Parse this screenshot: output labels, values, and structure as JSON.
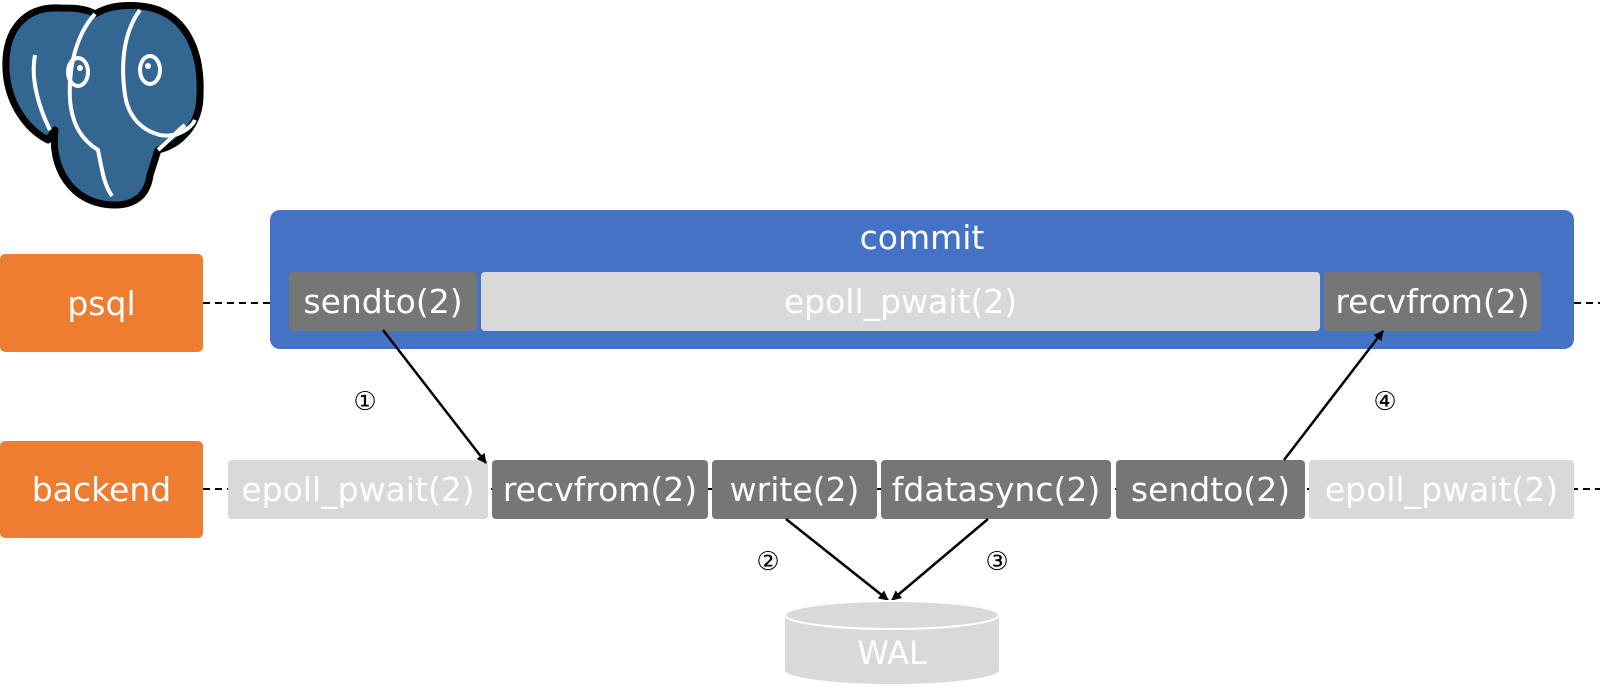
{
  "logo": {
    "name": "postgresql-elephant-logo"
  },
  "actors": {
    "psql": "psql",
    "backend": "backend"
  },
  "commit": {
    "title": "commit",
    "psql_calls": [
      "sendto(2)",
      "epoll_pwait(2)",
      "recvfrom(2)"
    ]
  },
  "backend_calls": [
    "epoll_pwait(2)",
    "recvfrom(2)",
    "write(2)",
    "fdatasync(2)",
    "sendto(2)",
    "epoll_pwait(2)"
  ],
  "steps": [
    "①",
    "②",
    "③",
    "④"
  ],
  "storage": {
    "label": "WAL"
  },
  "colors": {
    "actor": "#ed7d31",
    "commit_panel": "#4472c4",
    "active_call": "#767676",
    "idle_call": "#d9d9d9",
    "logo_blue": "#336791"
  }
}
